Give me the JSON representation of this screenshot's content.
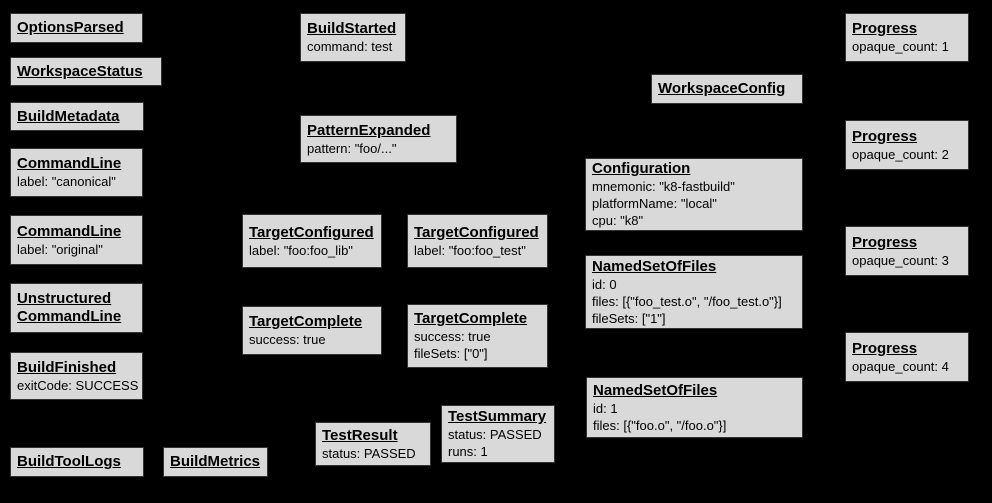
{
  "colors": {
    "background": "#000000",
    "node_fill": "#d9d9d9",
    "node_border": "#333333",
    "text": "#000000"
  },
  "diagram": {
    "type": "build-event-graph"
  },
  "nodes": [
    {
      "title": "OptionsParsed",
      "lines": []
    },
    {
      "title": "WorkspaceStatus",
      "lines": []
    },
    {
      "title": "BuildMetadata",
      "lines": []
    },
    {
      "title": "CommandLine",
      "lines": [
        "label: \"canonical\""
      ]
    },
    {
      "title": "CommandLine",
      "lines": [
        "label: \"original\""
      ]
    },
    {
      "title": "Unstructured\nCommandLine",
      "lines": []
    },
    {
      "title": "BuildFinished",
      "lines": [
        "exitCode: SUCCESS"
      ]
    },
    {
      "title": "BuildToolLogs",
      "lines": []
    },
    {
      "title": "BuildMetrics",
      "lines": []
    },
    {
      "title": "BuildStarted",
      "lines": [
        "command: test"
      ]
    },
    {
      "title": "PatternExpanded",
      "lines": [
        "pattern: \"foo/...\""
      ]
    },
    {
      "title": "TargetConfigured",
      "lines": [
        "label: \"foo:foo_lib\""
      ]
    },
    {
      "title": "TargetConfigured",
      "lines": [
        "label: \"foo:foo_test\""
      ]
    },
    {
      "title": "TargetComplete",
      "lines": [
        "success: true"
      ]
    },
    {
      "title": "TargetComplete",
      "lines": [
        "success: true",
        "fileSets: [\"0\"]"
      ]
    },
    {
      "title": "TestResult",
      "lines": [
        "status: PASSED"
      ]
    },
    {
      "title": "TestSummary",
      "lines": [
        "status: PASSED",
        "runs: 1"
      ]
    },
    {
      "title": "WorkspaceConfig",
      "lines": []
    },
    {
      "title": "Configuration",
      "lines": [
        "mnemonic: \"k8-fastbuild\"",
        "platformName: \"local\"",
        "cpu: \"k8\""
      ]
    },
    {
      "title": "NamedSetOfFiles",
      "lines": [
        "id: 0",
        "files: [{\"foo_test.o\", \"/foo_test.o\"}]",
        "fileSets: [\"1\"]"
      ]
    },
    {
      "title": "NamedSetOfFiles",
      "lines": [
        "id: 1",
        "files: [{\"foo.o\", \"/foo.o\"}]"
      ]
    },
    {
      "title": "Progress",
      "lines": [
        "opaque_count: 1"
      ]
    },
    {
      "title": "Progress",
      "lines": [
        "opaque_count: 2"
      ]
    },
    {
      "title": "Progress",
      "lines": [
        "opaque_count: 3"
      ]
    },
    {
      "title": "Progress",
      "lines": [
        "opaque_count: 4"
      ]
    }
  ]
}
